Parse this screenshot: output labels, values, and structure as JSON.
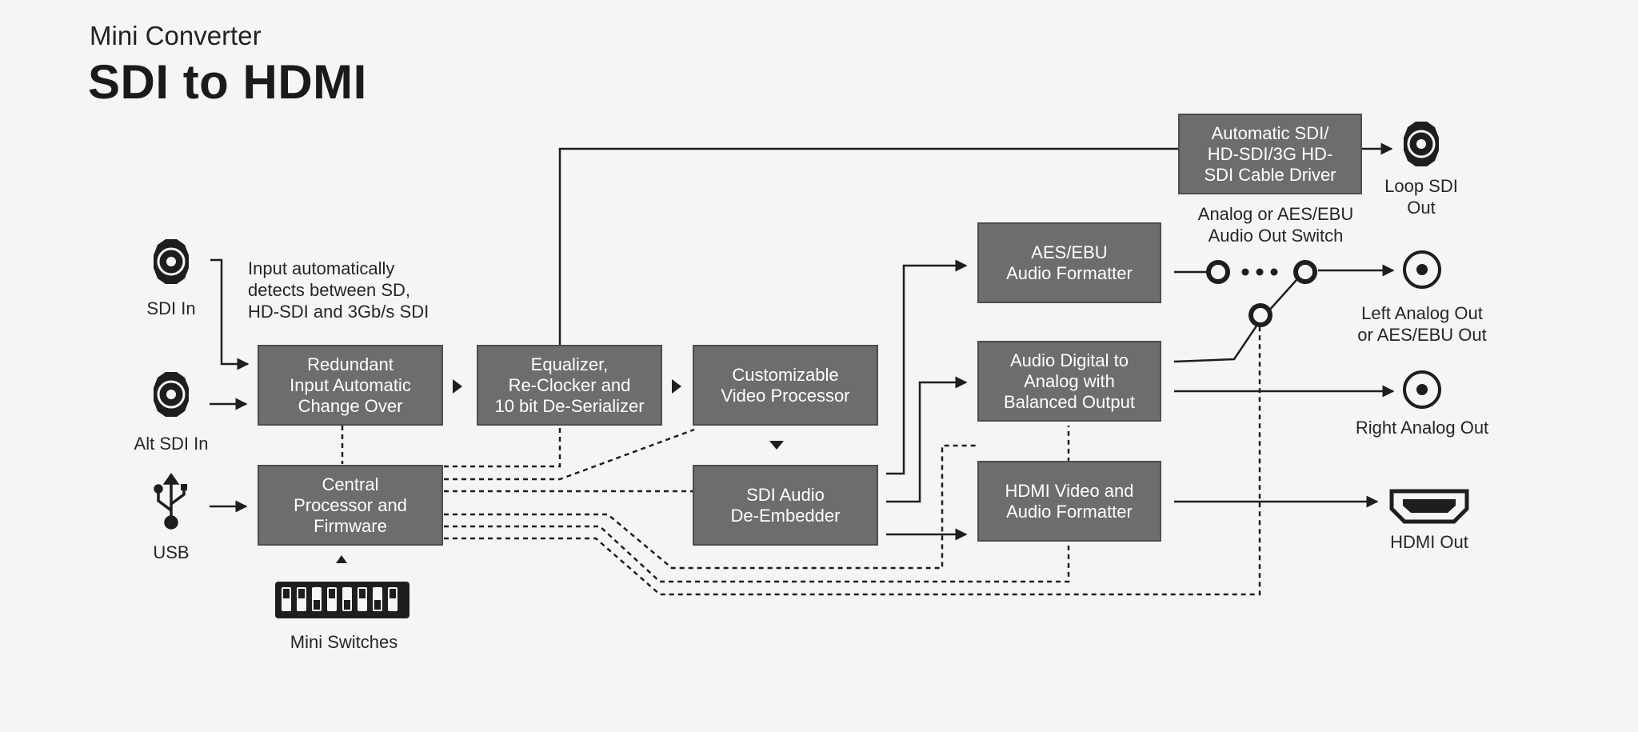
{
  "header": {
    "subtitle": "Mini Converter",
    "title": "SDI to HDMI"
  },
  "inputs": {
    "sdi_in": "SDI In",
    "alt_sdi_in": "Alt SDI In",
    "usb": "USB",
    "mini_switches": "Mini Switches"
  },
  "notes": {
    "input_detect": "Input automatically\ndetects between SD,\nHD-SDI and 3Gb/s SDI",
    "audio_switch": "Analog or AES/EBU\nAudio Out Switch"
  },
  "blocks": {
    "redundant": "Redundant\nInput Automatic\nChange Over",
    "central": "Central\nProcessor and\nFirmware",
    "equalizer": "Equalizer,\nRe-Clocker and\n10 bit De-Serializer",
    "video_proc": "Customizable\nVideo Processor",
    "de_embedder": "SDI Audio\nDe-Embedder",
    "cable_driver": "Automatic SDI/\nHD-SDI/3G HD-\nSDI Cable Driver",
    "aes_formatter": "AES/EBU\nAudio Formatter",
    "dac": "Audio Digital to\nAnalog with\nBalanced Output",
    "hdmi_formatter": "HDMI Video and\nAudio Formatter"
  },
  "outputs": {
    "loop_sdi": "Loop SDI\nOut",
    "left_analog": "Left Analog Out\nor AES/EBU Out",
    "right_analog": "Right Analog Out",
    "hdmi_out": "HDMI Out"
  },
  "colors": {
    "block_fill": "#6d6d6d",
    "line": "#1e1e1e",
    "background": "#f5f5f5"
  },
  "icons": [
    "bnc-connector-icon",
    "usb-icon",
    "dip-switch-icon",
    "rca-connector-icon",
    "hdmi-port-icon"
  ]
}
